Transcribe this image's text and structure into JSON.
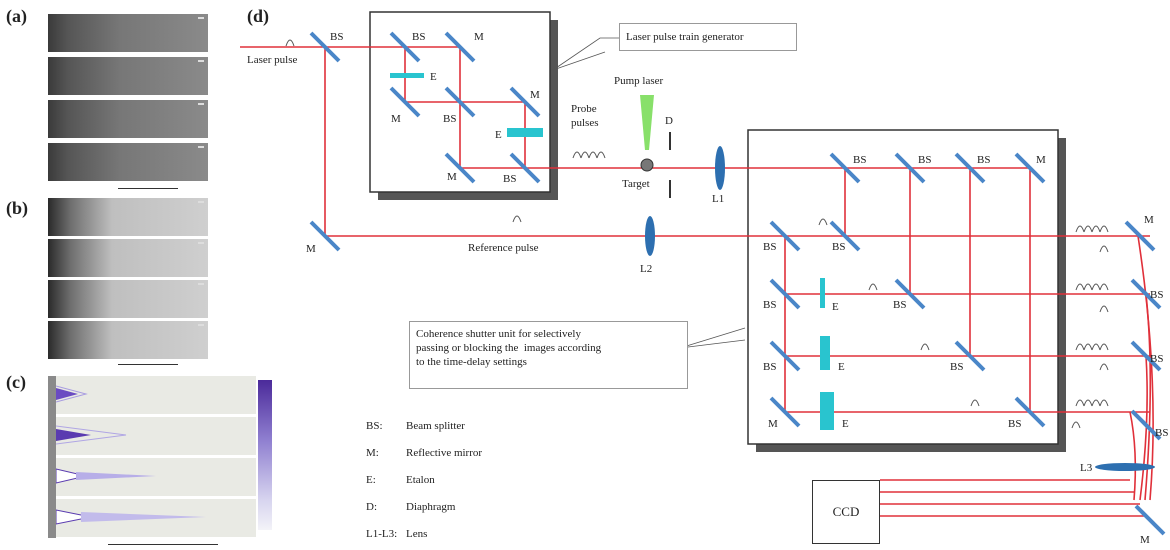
{
  "panels": {
    "a": {
      "label": "(a)",
      "frames": [
        "",
        "",
        "",
        ""
      ]
    },
    "b": {
      "label": "(b)",
      "frames": [
        "",
        "",
        "",
        ""
      ]
    },
    "c": {
      "label": "(c)",
      "frames": [
        "",
        "",
        "",
        ""
      ],
      "colorbar": [
        "",
        "",
        "",
        ""
      ]
    },
    "d": {
      "label": "(d)"
    }
  },
  "schematic": {
    "laser_pulse": "Laser  pulse",
    "generator_callout": "Laser pulse train generator",
    "pump_laser": "Pump laser",
    "probe_pulses": "Probe\npulses",
    "target": "Target",
    "reference_pulse": "Reference pulse",
    "shutter_callout": "Coherence shutter unit for selectively\npassing or blocking the  images according\nto the time-delay settings",
    "ccd": "CCD",
    "labels": {
      "bs": "BS",
      "m": "M",
      "e": "E",
      "d": "D",
      "l1": "L1",
      "l2": "L2",
      "l3": "L3"
    }
  },
  "legend": [
    {
      "key": "BS:",
      "value": "Beam splitter"
    },
    {
      "key": "M:",
      "value": "Reflective mirror"
    },
    {
      "key": "E:",
      "value": "Etalon"
    },
    {
      "key": "D:",
      "value": "Diaphragm"
    },
    {
      "key": "L1-L3:",
      "value": "Lens"
    }
  ],
  "colors": {
    "beam": "#e0303a",
    "mirror": "#4a86c8",
    "etalon": "#29c4cf",
    "lens": "#2d6fb0",
    "pump": "#66dd55"
  }
}
